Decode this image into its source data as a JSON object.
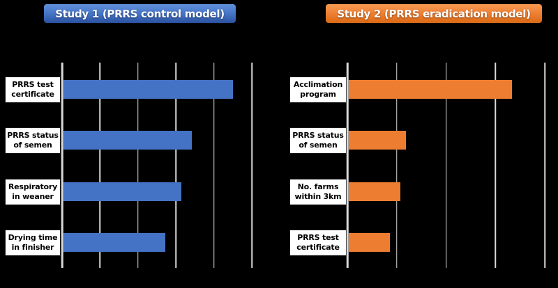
{
  "figure": {
    "background": "#000000",
    "gridline_color": "#D9D9D9",
    "label_box": {
      "background": "#FFFFFF",
      "border_color": "#1A1A1A",
      "text_color": "#000000"
    }
  },
  "chart_data": [
    {
      "type": "bar",
      "orientation": "horizontal",
      "title": "Study 1 (PRRS control model)",
      "categories": [
        "PRRS test\ncertificate",
        "PRRS status\nof semen",
        "Respiratory\nin weaner",
        "Drying time\nin finisher"
      ],
      "values": [
        4.47,
        3.38,
        3.11,
        2.68
      ],
      "value_units": "relative importance (axis tick labels not visible)",
      "xlim": [
        0,
        5
      ],
      "gridlines": 6,
      "tick_labels_visible": false,
      "legend": "none",
      "bar_color": "#4472C4",
      "badge_colors": {
        "top": "#6191DC",
        "mid": "#4472C4",
        "bottom": "#2A519F"
      }
    },
    {
      "type": "bar",
      "orientation": "horizontal",
      "title": "Study 2 (PRRS eradication model)",
      "categories": [
        "Acclimation\nprogram",
        "PRRS status\nof semen",
        "No. farms\nwithin 3km",
        "PRRS test\ncertificate"
      ],
      "values": [
        3.31,
        1.16,
        1.05,
        0.83
      ],
      "value_units": "relative importance (axis tick labels not visible)",
      "xlim": [
        0,
        4
      ],
      "gridlines": 5,
      "tick_labels_visible": false,
      "legend": "none",
      "bar_color": "#ED7D31",
      "badge_colors": {
        "top": "#F79A52",
        "mid": "#ED7D31",
        "bottom": "#D96A14"
      }
    }
  ]
}
